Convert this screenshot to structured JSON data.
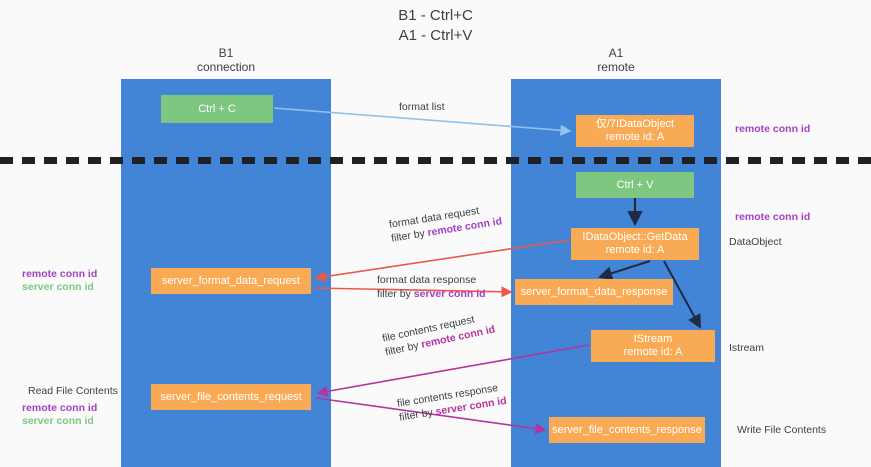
{
  "title": {
    "line1": "B1 - Ctrl+C",
    "line2": "A1 - Ctrl+V"
  },
  "lanes": [
    {
      "name": "B1",
      "role": "connection",
      "color": "#4285d6"
    },
    {
      "name": "A1",
      "role": "remote",
      "color": "#4285d6"
    }
  ],
  "boxes": {
    "ctrl_c": {
      "label": "Ctrl + C",
      "color": "#7ec780"
    },
    "idataobject": {
      "label": "仅/7IDataObject",
      "sub": "remote id: A",
      "color": "#f8ab54"
    },
    "ctrl_v": {
      "label": "Ctrl + V",
      "color": "#7ec780"
    },
    "getdata": {
      "label": "IDataObject::GetData",
      "sub": "remote id: A",
      "color": "#f8ab54"
    },
    "server_format_data_request": {
      "label": "server_format_data_request",
      "color": "#f8ab54"
    },
    "server_format_data_response": {
      "label": "server_format_data_response",
      "color": "#f8ab54"
    },
    "istream": {
      "label": "IStream",
      "sub": "remote id: A",
      "color": "#f8ab54"
    },
    "server_file_contents_request": {
      "label": "server_file_contents_request",
      "color": "#f8ab54"
    },
    "server_file_contents_response": {
      "label": "server_file_contents_response",
      "color": "#f8ab54"
    }
  },
  "notes": {
    "format_list": "format list",
    "format_data_request": "format data request",
    "format_data_request_filter_prefix": "filter by ",
    "format_data_request_filter_key": "remote conn id",
    "format_data_response": "format data response",
    "format_data_response_filter_prefix": "filter by ",
    "format_data_response_filter_key": "server conn id",
    "file_contents_request": "file contents request",
    "file_contents_request_filter_prefix": "filter by ",
    "file_contents_request_filter_key": "remote conn id",
    "file_contents_response": "file contents response",
    "file_contents_response_filter_prefix": "filter by ",
    "file_contents_response_filter_key": "server conn id"
  },
  "side_labels": {
    "right_remote_conn_id_top": "remote conn id",
    "right_remote_conn_id_mid": "remote conn id",
    "right_dataobject": "DataObject",
    "right_istream": "Istream",
    "right_write_file_contents": "Write File Contents",
    "left_remote_conn_id_1": "remote conn id",
    "left_server_conn_id_1": "server conn id",
    "left_read_file_contents": "Read File Contents",
    "left_remote_conn_id_2": "remote conn id",
    "left_server_conn_id_2": "server conn id"
  },
  "colors": {
    "lane": "#4285d6",
    "green_box": "#7ec780",
    "orange_box": "#f8ab54",
    "purple": "#a63fc4",
    "magenta": "#b5359c",
    "red_arrow": "#e8594a",
    "blue_arrow": "#8fc3ea",
    "dark_arrow": "#1f2a44",
    "background": "#fafafa"
  }
}
